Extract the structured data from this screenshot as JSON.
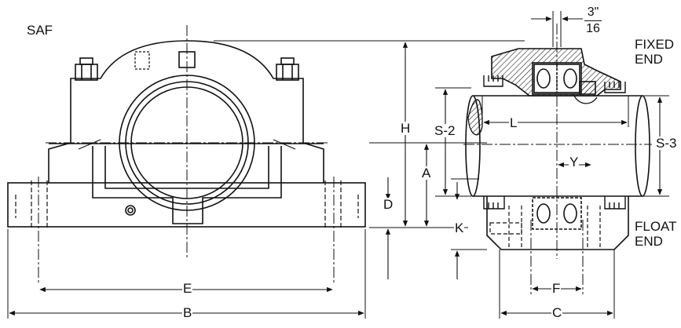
{
  "diagram": {
    "view_title": "SAF",
    "fixed_end_label": "FIXED\nEND",
    "float_end_label": "FLOAT\nEND",
    "clearance_fraction": {
      "numerator": "3\"",
      "denominator": "16"
    },
    "dimensions": {
      "E": "E",
      "B": "B",
      "H": "H",
      "A": "A",
      "D": "D",
      "S2": "S-2",
      "S3": "S-3",
      "L": "L",
      "Y": "Y",
      "K": "K",
      "F": "F",
      "C": "C"
    },
    "colors": {
      "line": "#111111",
      "background": "#ffffff"
    }
  }
}
